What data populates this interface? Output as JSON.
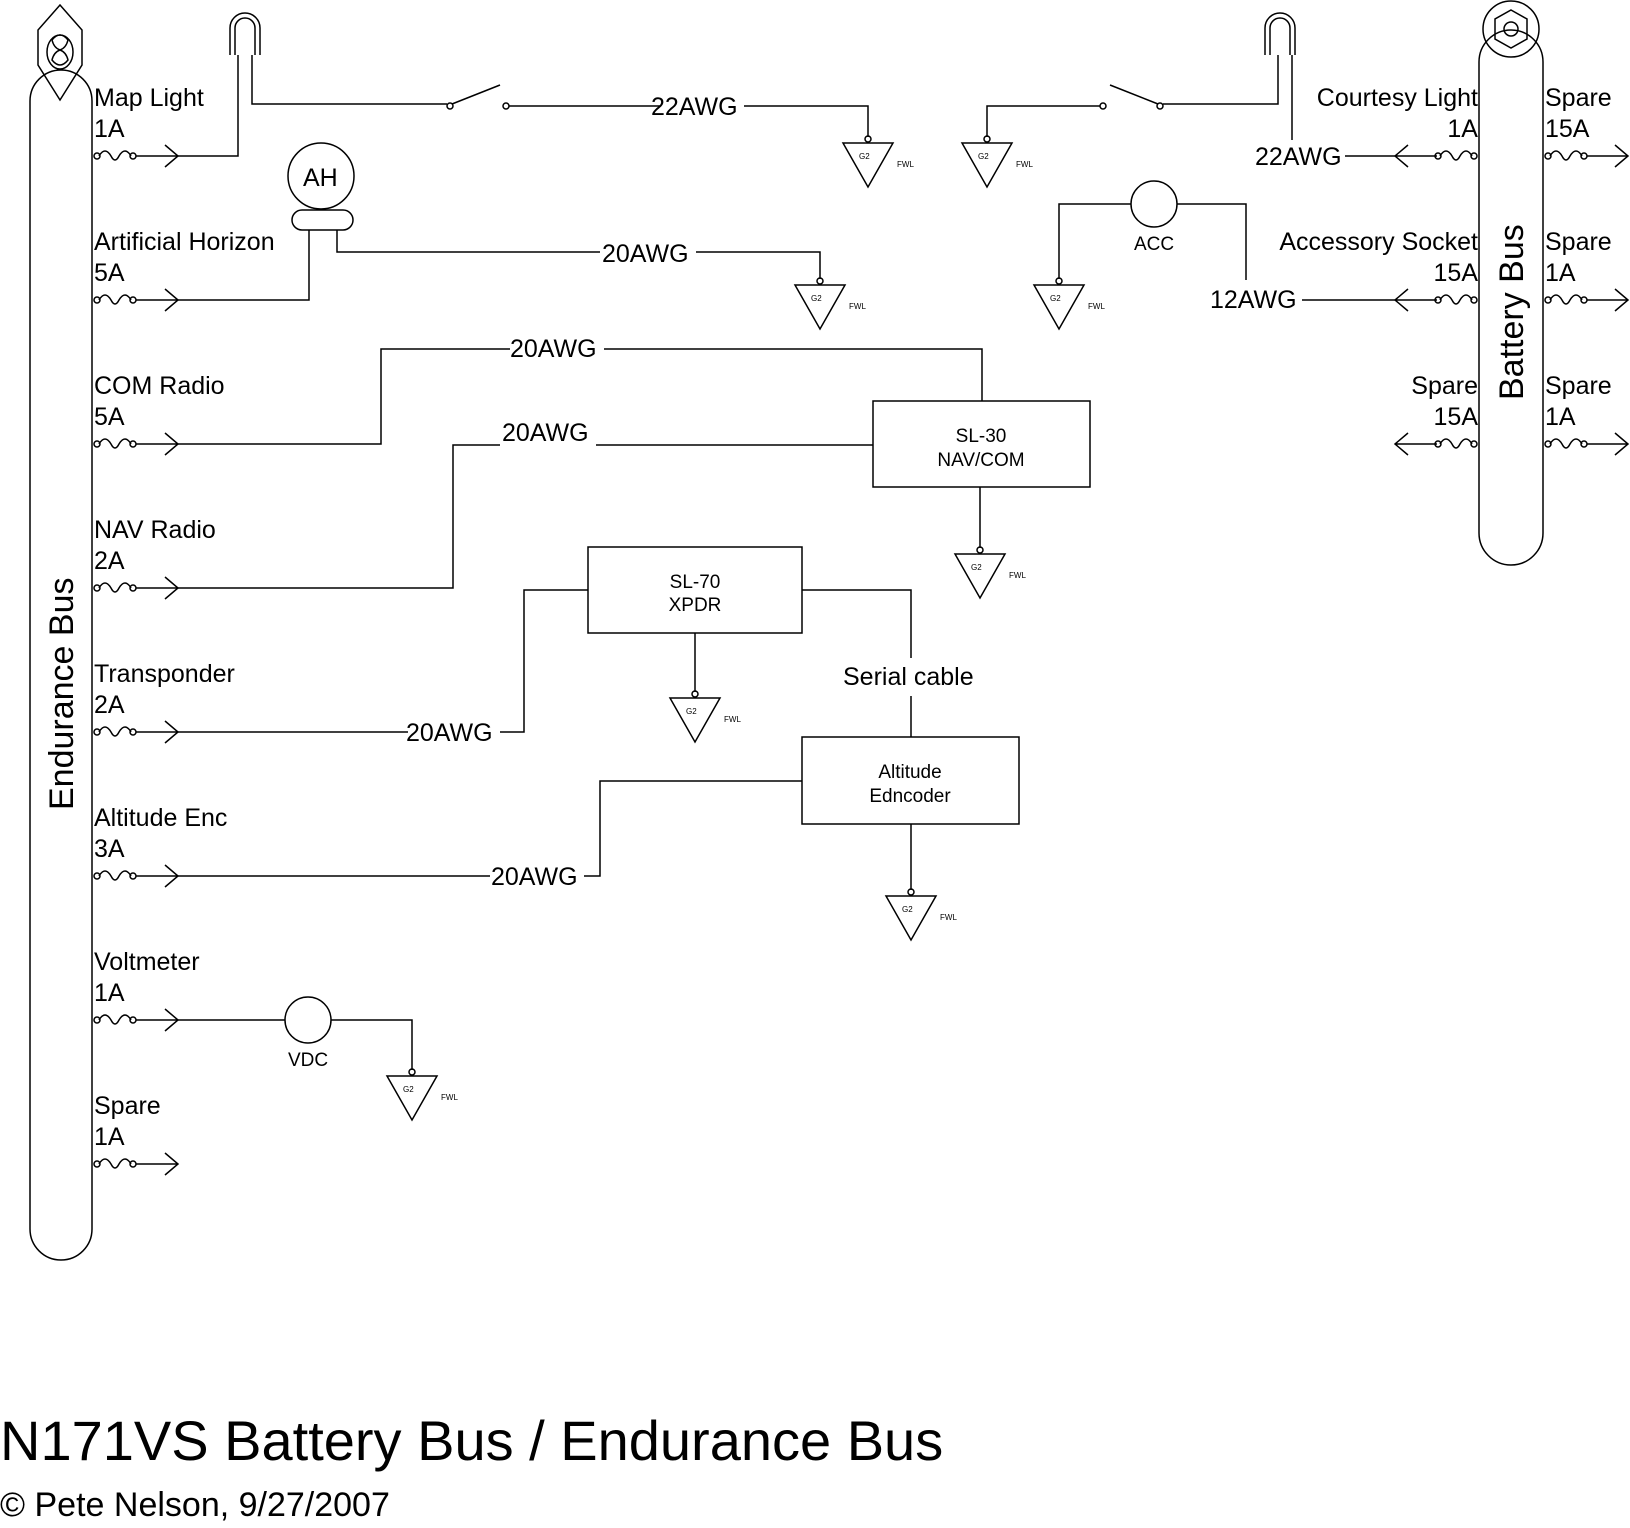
{
  "title": "N171VS Battery Bus / Endurance Bus",
  "subtitle": "© Pete Nelson, 9/27/2007",
  "endurance_bus": {
    "label": "Endurance Bus",
    "circuits": [
      {
        "name": "Map Light",
        "rating": "1A"
      },
      {
        "name": "Artificial Horizon",
        "rating": "5A"
      },
      {
        "name": "COM Radio",
        "rating": "5A"
      },
      {
        "name": "NAV Radio",
        "rating": "2A"
      },
      {
        "name": "Transponder",
        "rating": "2A"
      },
      {
        "name": "Altitude Enc",
        "rating": "3A"
      },
      {
        "name": "Voltmeter",
        "rating": "1A"
      },
      {
        "name": "Spare",
        "rating": "1A"
      }
    ]
  },
  "battery_bus": {
    "label": "Battery Bus",
    "left_circuits": [
      {
        "name": "Courtesy Light",
        "rating": "1A"
      },
      {
        "name": "Accessory Socket",
        "rating": "15A"
      },
      {
        "name": "Spare",
        "rating": "15A"
      }
    ],
    "right_circuits": [
      {
        "name": "Spare",
        "rating": "15A"
      },
      {
        "name": "Spare",
        "rating": "1A"
      },
      {
        "name": "Spare",
        "rating": "1A"
      }
    ]
  },
  "components": {
    "ah": "AH",
    "acc": "ACC",
    "vdc": "VDC",
    "sl30": [
      "SL-30",
      "NAV/COM"
    ],
    "sl70": [
      "SL-70",
      "XPDR"
    ],
    "encoder": [
      "Altitude",
      "Edncoder"
    ],
    "serial_cable": "Serial cable"
  },
  "wires": {
    "map_light": "22AWG",
    "ah": "20AWG",
    "com": "20AWG",
    "nav": "20AWG",
    "xpdr": "20AWG",
    "enc": "20AWG",
    "courtesy": "22AWG",
    "acc": "12AWG"
  },
  "ground": {
    "code": "G2",
    "location": "FWL"
  }
}
